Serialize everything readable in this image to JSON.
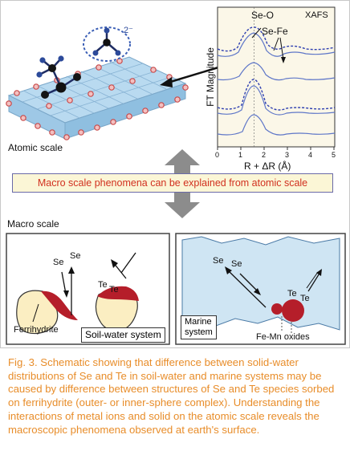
{
  "xafs": {
    "tag": "XAFS",
    "peak1": "Se-O",
    "peak2": "Se-Fe",
    "ylabel": "FT Magnitude",
    "xlabel": "R + ΔR (Å)",
    "xticks": [
      "0",
      "1",
      "2",
      "3",
      "4",
      "5"
    ]
  },
  "atomic": {
    "label": "Atomic scale",
    "charge": "2⁻"
  },
  "banner": "Macro scale phenomena can be explained from atomic scale",
  "macro": {
    "label": "Macro scale",
    "soil": {
      "se": [
        "Se",
        "Se"
      ],
      "te": [
        "Te",
        "Te"
      ],
      "mineral": "Ferrihydrite",
      "system": "Soil-water system"
    },
    "marine": {
      "se": [
        "Se",
        "Se"
      ],
      "te": [
        "Te",
        "Te"
      ],
      "system": [
        "Marine",
        "system"
      ],
      "oxides": "Fe-Mn oxides"
    }
  },
  "caption": "Fig. 3. Schematic showing that difference between solid-water distributions of Se and Te in soil-water and marine systems may be caused by difference between structures of Se and Te species sorbed on ferrihydrite (outer- or inner-sphere complex). Understanding the interactions of metal ions and solid on the atomic scale reveals the macroscopic phenomena observed at earth's surface.",
  "colors": {
    "caption": "#e88d2a",
    "banner_text": "#d1301f",
    "octahedra": "#9ec8e6",
    "ferrihydrite": "#b51e2a",
    "marine_water": "#cfe5f3"
  }
}
